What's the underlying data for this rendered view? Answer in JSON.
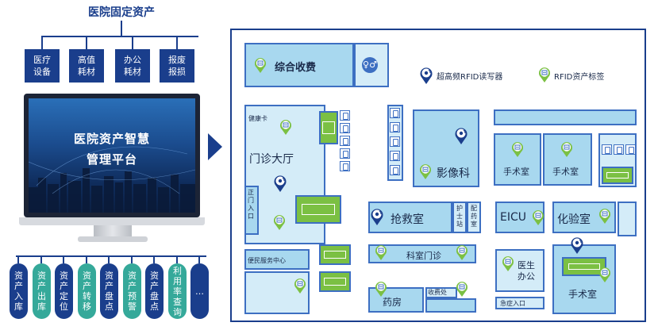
{
  "title": "医院固定资产",
  "categories": [
    {
      "label": "医疗设备"
    },
    {
      "label": "高值耗材"
    },
    {
      "label": "办公耗材"
    },
    {
      "label": "报废报损"
    }
  ],
  "monitor": {
    "line1": "医院资产智慧",
    "line2": "管理平台"
  },
  "functions": [
    {
      "label": "资产入库",
      "style": "dark"
    },
    {
      "label": "资产出库",
      "style": "teal"
    },
    {
      "label": "资产定位",
      "style": "dark"
    },
    {
      "label": "资产转移",
      "style": "teal"
    },
    {
      "label": "资产盘点",
      "style": "dark"
    },
    {
      "label": "资产预警",
      "style": "teal"
    },
    {
      "label": "资产盘点",
      "style": "dark"
    },
    {
      "label": "利用率查询",
      "style": "teal"
    },
    {
      "label": "…",
      "style": "dark"
    }
  ],
  "legend": {
    "reader": "超高频RFID读写器",
    "tag": "RFID资产标签"
  },
  "rooms": {
    "billing": "综合收费",
    "health_card": "健康卡",
    "lobby": "门诊大厅",
    "entrance": "正门入口",
    "service": "便民服务中心",
    "imaging": "影像科",
    "emergency": "抢救室",
    "nurse_station": "护士站",
    "pharmacy_room": "配药室",
    "eicu": "EICU",
    "lab": "化验室",
    "surgery1": "手术室",
    "surgery2": "手术室",
    "clinic": "科室门诊",
    "doctor_office": "医生办公",
    "pharmacy": "药房",
    "cashier": "收费处",
    "er_entrance": "急症入口",
    "surgery3": "手术室"
  },
  "colors": {
    "brand": "#1a3e8c",
    "teal": "#35a99a",
    "room": "#a8d8ef",
    "green": "#7bc043"
  },
  "icons": [
    "rfid-reader-icon",
    "rfid-tag-icon",
    "restroom-icon",
    "seat-icon"
  ]
}
